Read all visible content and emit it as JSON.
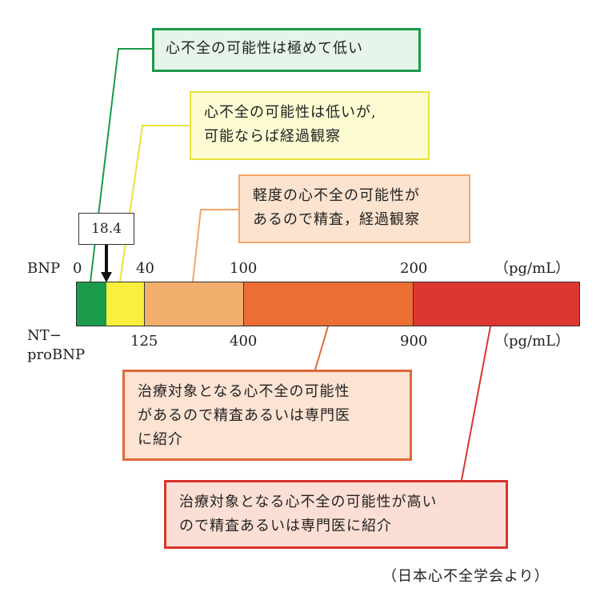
{
  "callouts": {
    "green": [
      "心不全の可能性は極めて低い"
    ],
    "yellow": [
      "心不全の可能性は低いが,",
      "可能ならば経過観察"
    ],
    "light_orange": [
      "軽度の心不全の可能性が",
      "あるので精査，経過観察"
    ],
    "orange": [
      "治療対象となる心不全の可能性",
      "があるので精査あるいは専門医",
      "に紹介"
    ],
    "red": [
      "治療対象となる心不全の可能性が高い",
      "ので精査あるいは専門医に紹介"
    ]
  },
  "marker_value": "18.4",
  "bnp": {
    "label": "BNP",
    "ticks": [
      "0",
      "40",
      "100",
      "200"
    ],
    "unit": "（pg/mL）"
  },
  "ntprobnp": {
    "label_line1": "NT−",
    "label_line2": "proBNP",
    "ticks": [
      "125",
      "400",
      "900"
    ],
    "unit": "（pg/mL）"
  },
  "segments": {
    "colors": [
      "#1a9a4a",
      "#f9ef3c",
      "#f2ae6d",
      "#eb6e35",
      "#de3631"
    ]
  },
  "source": "（日本心不全学会より）"
}
